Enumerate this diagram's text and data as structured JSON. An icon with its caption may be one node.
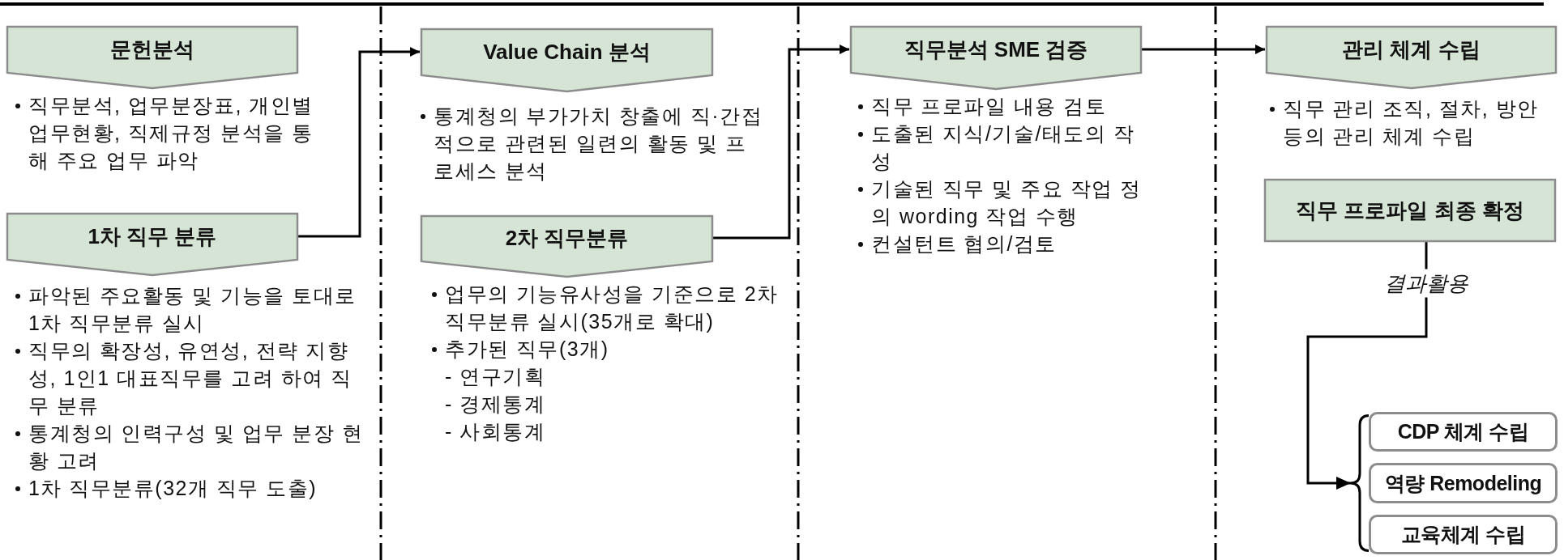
{
  "diagram": {
    "nodes": [
      {
        "text": [
          "문헌분석"
        ],
        "beside": [
          "직무분석, 업무분장표, 개인별 업무현황, 직제규정 분석을 통해 주요 업무 파악"
        ]
      },
      {
        "text": [
          "1차 직무 분류"
        ],
        "beside": [
          "파악된 주요활동 및 기능을 토대로 1차 직무분류 실시",
          "직무의 확장성, 유연성, 전략 지향성, 1인1 대표직무를 고려 하여 직무 분류",
          "통계청의 인력구성 및 업무 분장 현황 고려",
          "1차 직무분류(32개 직무 도출)"
        ]
      },
      {
        "text": [
          "Value Chain 분석"
        ],
        "beside": [
          "통계청의 부가가치 창출에 직·간접적으로 관련된 일련의 활동 및 프로세스 분석"
        ]
      },
      {
        "text": [
          "2차 직무분류"
        ],
        "beside": [
          "업무의 기능유사성을 기준으로 2차 직무분류 실시(35개로 확대)",
          "추가된 직무(3개)",
          "- 연구기획",
          "- 경제통계",
          "- 사회통계"
        ]
      },
      {
        "text": [
          "직무분석 SME 검증"
        ],
        "beside": [
          "직무 프로파일 내용 검토",
          "도출된 지식/기술/태도의 작성",
          "기술된 직무 및 주요 작업 정의 wording 작업 수행",
          "컨설턴트 협의/검토"
        ]
      },
      {
        "text": [
          "관리 체계 수립"
        ],
        "beside": [
          "직무 관리 조직, 절차, 방안 등의 관리 체계 수립"
        ]
      },
      {
        "text": [
          "직무 프로파일 최종 확정"
        ]
      },
      {
        "text": [
          "CDP 체계 수립"
        ]
      },
      {
        "text": [
          "역량 Remodeling"
        ]
      },
      {
        "text": [
          "교육체계 수립"
        ]
      }
    ],
    "edges": [
      {
        "from": 1,
        "to": 2,
        "arrow": "to"
      },
      {
        "from": 3,
        "to": 4,
        "arrow": "to"
      },
      {
        "from": 4,
        "to": 5,
        "arrow": "to"
      },
      {
        "from": 6,
        "to": 7,
        "arrow": "to"
      },
      {
        "from": 6,
        "to": 8,
        "arrow": "to",
        "label": "결과활용"
      },
      {
        "from": 6,
        "to": 9,
        "arrow": "to"
      }
    ]
  }
}
